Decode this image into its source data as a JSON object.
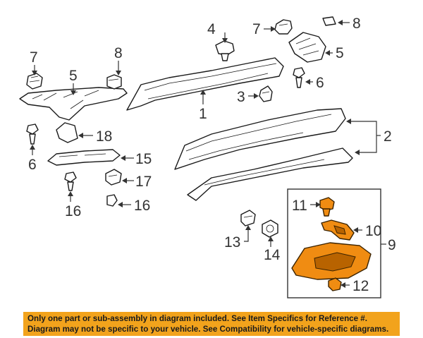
{
  "callouts": {
    "c1": "1",
    "c2": "2",
    "c3": "3",
    "c4": "4",
    "c5a": "5",
    "c5b": "5",
    "c6a": "6",
    "c6b": "6",
    "c7a": "7",
    "c7b": "7",
    "c8a": "8",
    "c8b": "8",
    "c9": "9",
    "c10": "10",
    "c11": "11",
    "c12": "12",
    "c13": "13",
    "c14": "14",
    "c15": "15",
    "c16a": "16",
    "c16b": "16",
    "c17": "17",
    "c18": "18"
  },
  "disclaimer": {
    "line1": "Only one part or sub-assembly in diagram included. See Item Specifics for Reference #.",
    "line2": "Diagram may not be specific to your vehicle. See Compatibility for vehicle-specific diagrams."
  },
  "colors": {
    "highlight_part": "#f08c12",
    "banner": "#f2a31c",
    "line": "#1a1a1a"
  }
}
